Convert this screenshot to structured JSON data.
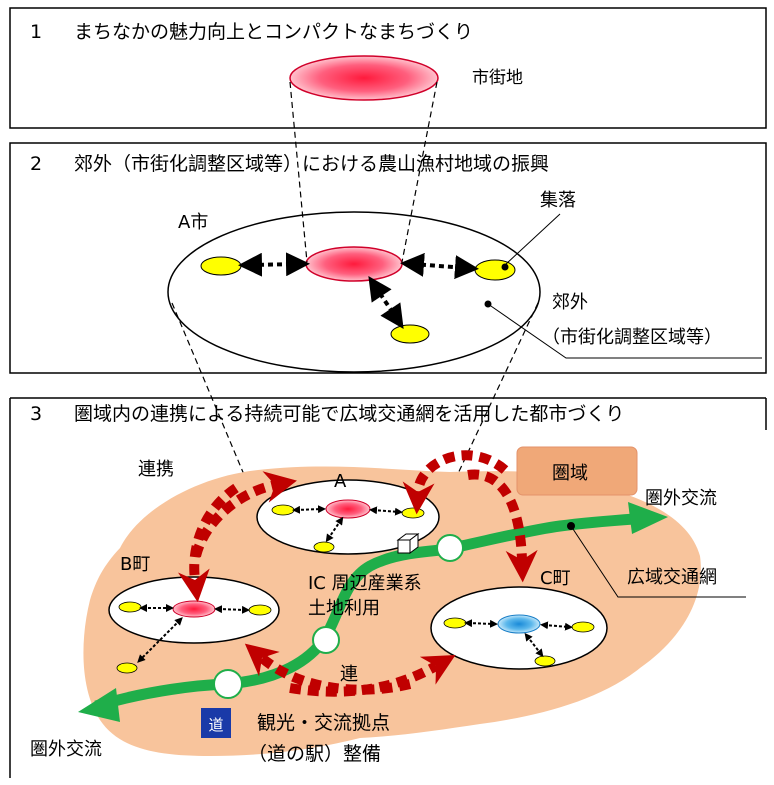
{
  "sections": [
    {
      "number": "1",
      "title": "まちなかの魅力向上とコンパクトなまちづくり"
    },
    {
      "number": "2",
      "title": "郊外（市街化調整区域等）における農山漁村地域の振興"
    },
    {
      "number": "3",
      "title": "圏域内の連携による持続可能で広域交通網を活用した都市づくり"
    }
  ],
  "labels": {
    "shigaichi": "市街地",
    "a_city": "A市",
    "shuraku": "集落",
    "kougai": "郊外",
    "kougai_sub": "（市街化調整区域等）",
    "renkei": "連携",
    "a": "A",
    "b_town": "B町",
    "c_town": "C町",
    "ken_iki": "圏域",
    "kengai_right": "圏外交流",
    "kengai_left": "圏外交流",
    "koiki": "広域交通網",
    "ic_line1": "IC 周辺産業系",
    "ic_line2": "土地利用",
    "ren": "連",
    "kanko_line1": "観光・交流拠点",
    "kanko_line2": "（道の駅）整備",
    "station_icon_text": "道"
  },
  "colors": {
    "core_red": "#ff1a4a",
    "core_blue": "#2a9ad8",
    "village_yellow": "#ffff00",
    "region_fill": "#f8c49c",
    "arrow_red": "#c00000",
    "network_green": "#1fae4a"
  }
}
